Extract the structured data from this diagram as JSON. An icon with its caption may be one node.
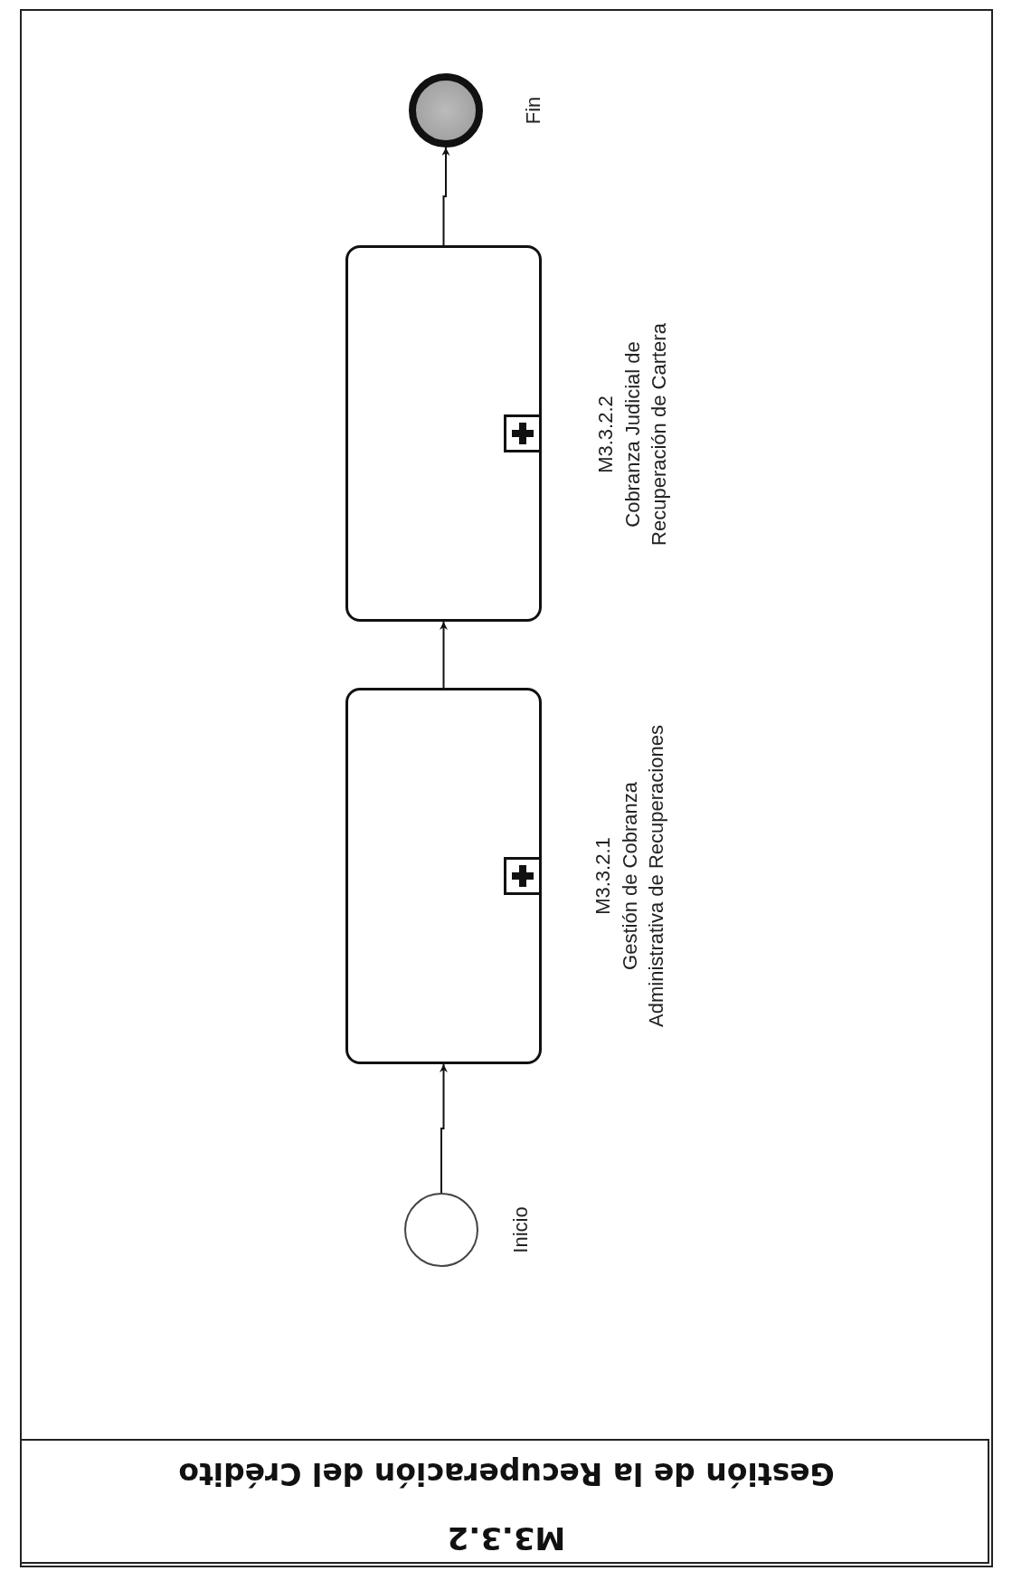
{
  "diagram": {
    "title": "Gestión de la Recuperación del Crédito",
    "nodes": [
      {
        "text": [],
        "shape": "circle",
        "beside": [
          "Inicio"
        ]
      },
      {
        "text": [
          "M3.3.2.1",
          "Gestión de Cobranza Administrativa de Recuperaciones"
        ]
      },
      {
        "text": [
          "M3.3.2.2",
          "Cobranza Judicial de Recuperación de Cartera"
        ]
      },
      {
        "text": [],
        "shape": "circle",
        "beside": [
          "Fin"
        ]
      }
    ],
    "edges": [
      {
        "from": 0,
        "to": 1,
        "arrow": "to"
      },
      {
        "from": 1,
        "to": 2,
        "arrow": "to"
      },
      {
        "from": 2,
        "to": 3,
        "arrow": "to"
      }
    ],
    "labels": [
      "M3.3.2"
    ]
  }
}
